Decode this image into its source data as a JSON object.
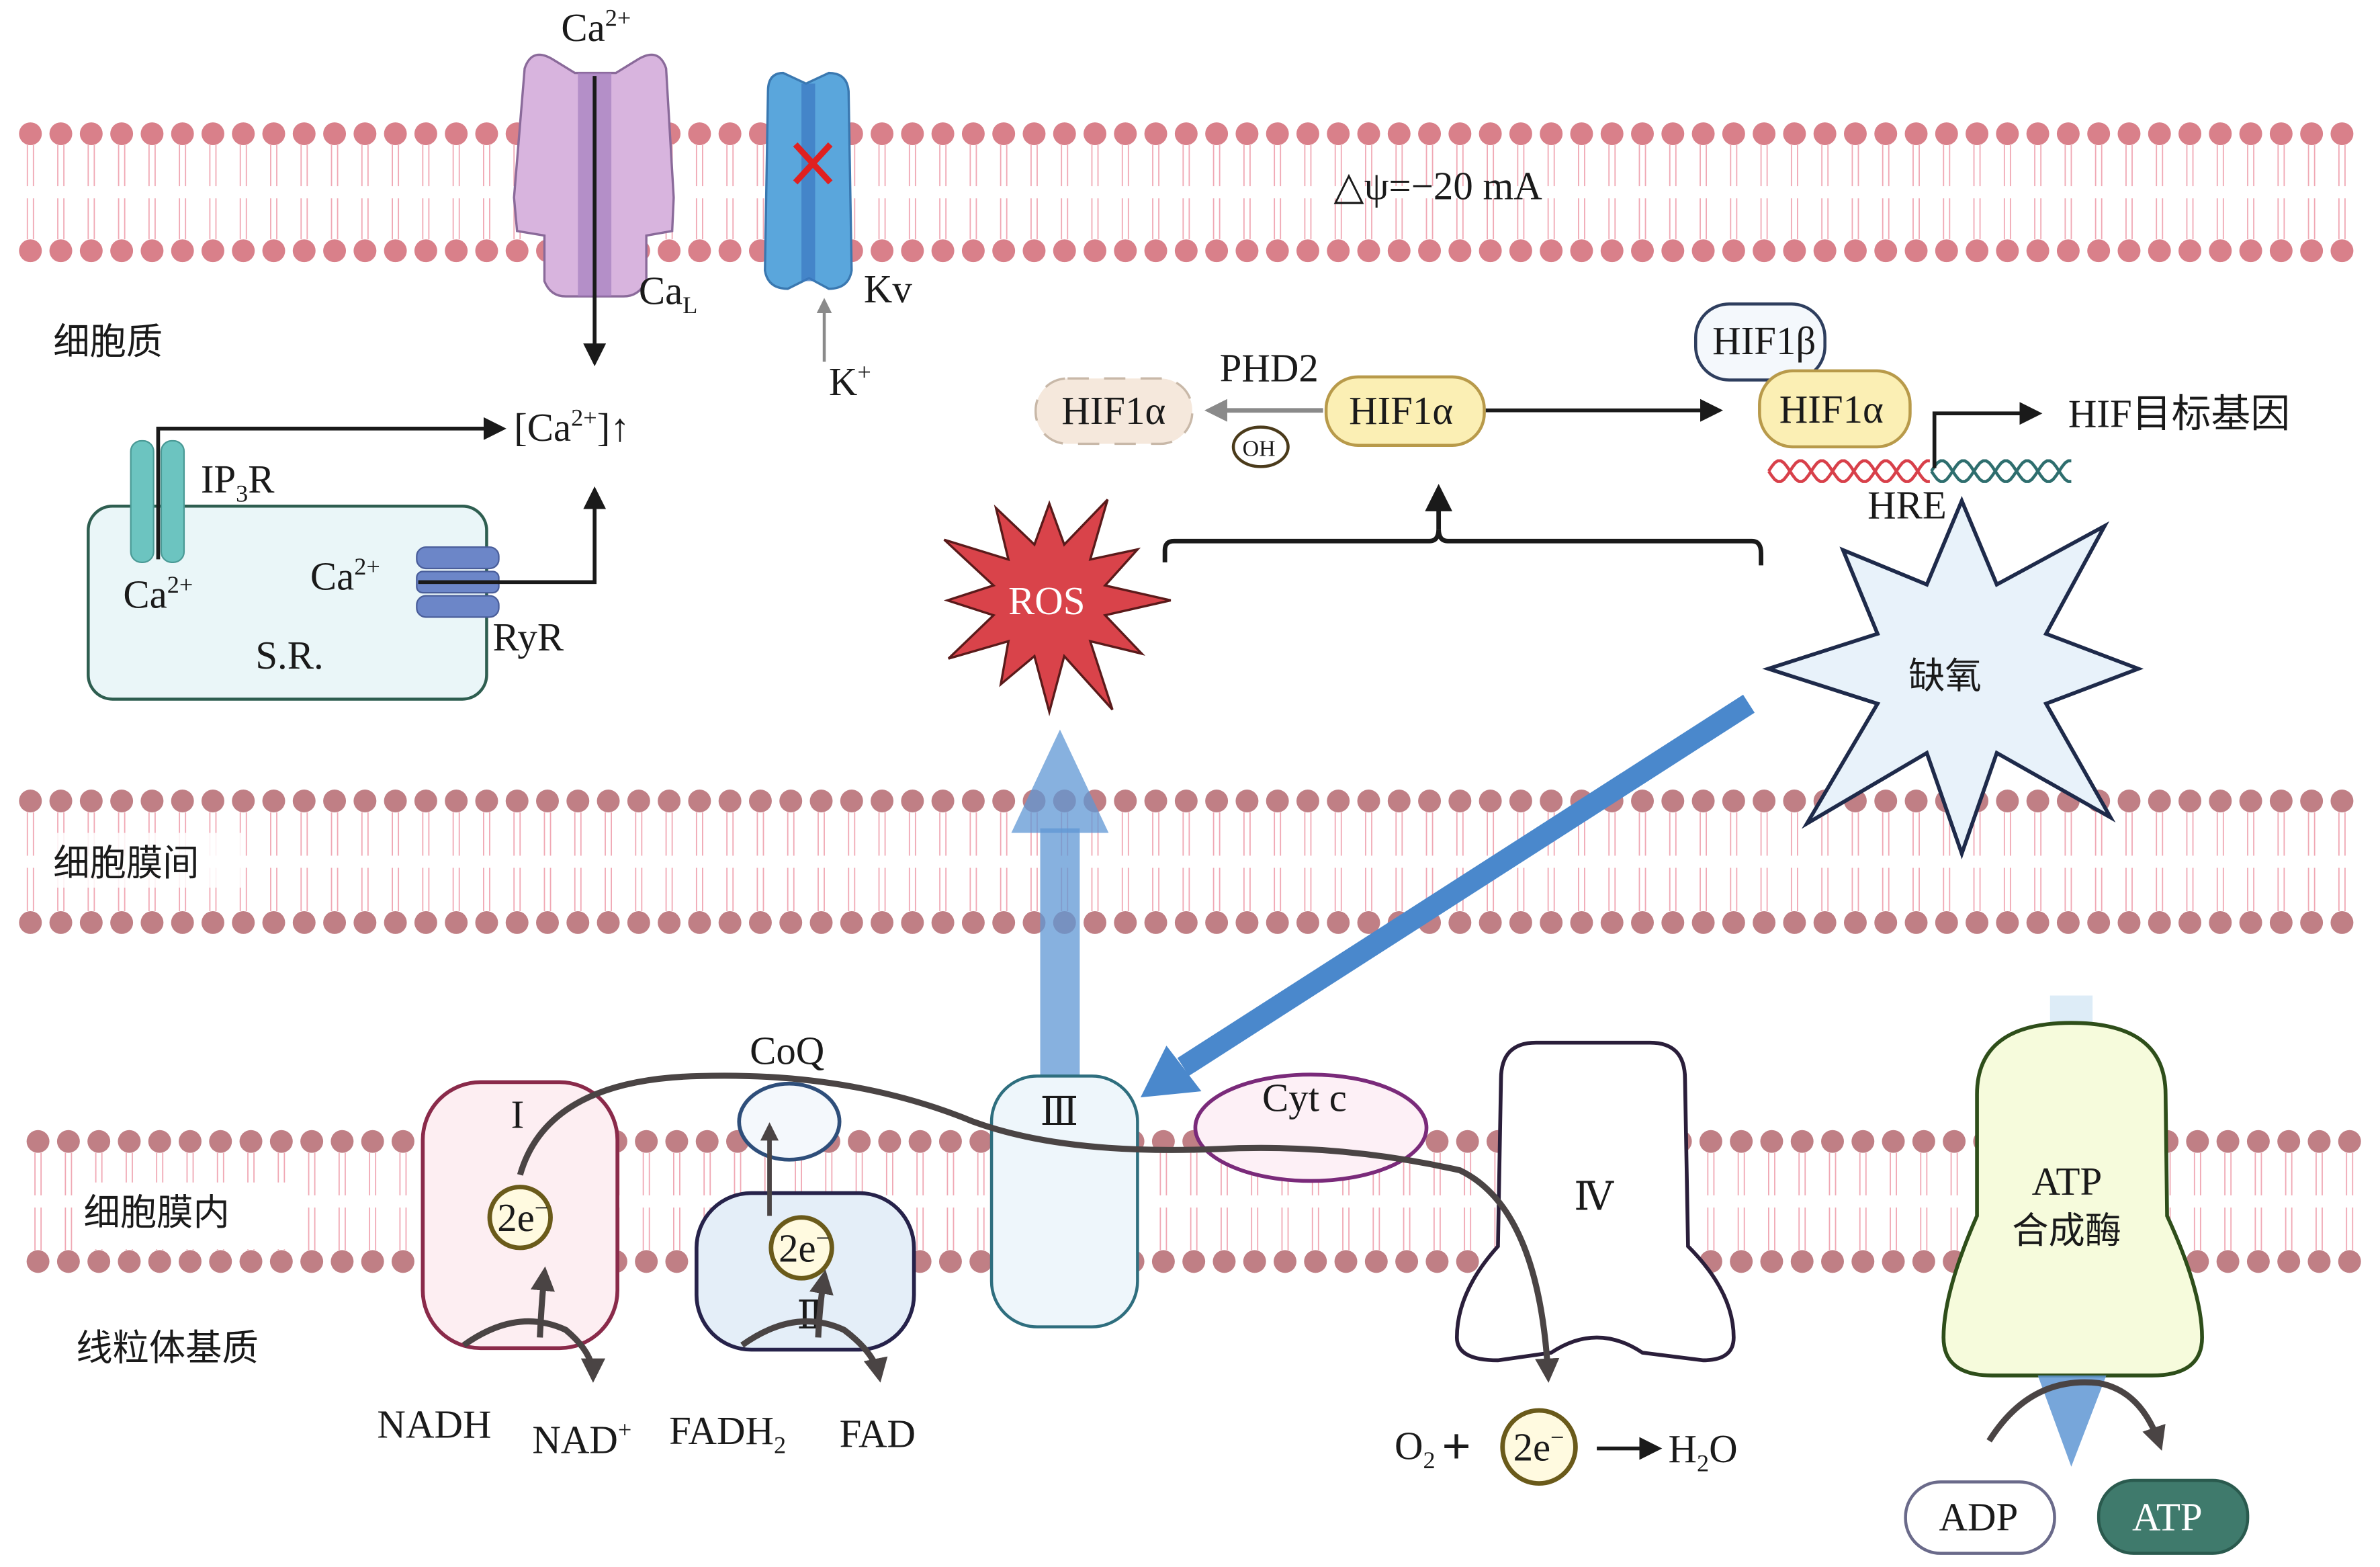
{
  "regions": {
    "cytoplasm": "细胞质",
    "intermembrane_space": "细胞膜间",
    "inner_membrane": "细胞膜内",
    "matrix": "线粒体基质"
  },
  "plasma_membrane": {
    "potential": "△ψ=−20 mA",
    "ca_channel": {
      "ion_label": "Ca",
      "ion_charge": "2+",
      "name": "Ca",
      "name_sub": "L"
    },
    "k_channel": {
      "name": "Kv",
      "ion_label": "K",
      "ion_charge": "+",
      "state": "blocked"
    }
  },
  "sarcoplasmic_reticulum": {
    "label": "S.R.",
    "ip3r": {
      "name_pre": "IP",
      "name_sub": "3",
      "name_post": "R",
      "ion": "Ca",
      "ion_charge": "2+"
    },
    "ryr": {
      "name": "RyR",
      "ion": "Ca",
      "ion_charge": "2+"
    },
    "result": {
      "text_pre": "[Ca",
      "text_sup": "2+",
      "text_post": "]↑"
    }
  },
  "hif_pathway": {
    "degraded": "HIF1α",
    "enzyme": "PHD2",
    "hydroxyl": "OH",
    "stabilized": "HIF1α",
    "beta": "HIF1β",
    "alpha_bound": "HIF1α",
    "hre": "HRE",
    "target": "HIF目标基因"
  },
  "stimuli": {
    "ros": "ROS",
    "hypoxia": "缺氧"
  },
  "etc": {
    "complex_1": "I",
    "complex_2": "Ⅱ",
    "complex_3": "Ⅲ",
    "complex_4": "Ⅳ",
    "coq": "CoQ",
    "cytc": "Cyt c",
    "electrons": "2e",
    "electron_charge": "−",
    "nadh": "NADH",
    "nad": "NAD",
    "nad_charge": "+",
    "fadh2": "FADH",
    "fadh2_sub": "2",
    "fad": "FAD",
    "o2": "O",
    "o2_sub": "2",
    "plus": "+",
    "h2o_pre": "H",
    "h2o_sub": "2",
    "h2o_post": "O"
  },
  "atp_synthase": {
    "line1": "ATP",
    "line2": "合成酶",
    "adp": "ADP",
    "atp": "ATP"
  },
  "colors": {
    "lipid_head": "#d9808a",
    "lipid_head_dark": "#c07f85",
    "ca_channel": "#d8b4de",
    "kv_channel": "#5aa6dc",
    "ip3r": "#6cc4c0",
    "ryr": "#6c86c8",
    "sr_fill": "#eaf6f8",
    "ros": "#d9434a",
    "hypoxia": "#e8f2fa",
    "hif_alpha": "#fbefb4",
    "blue_arrow": "#5f97d4",
    "atp_synthase": "#f6fbdc",
    "atp_badge": "#3f7a6c"
  }
}
